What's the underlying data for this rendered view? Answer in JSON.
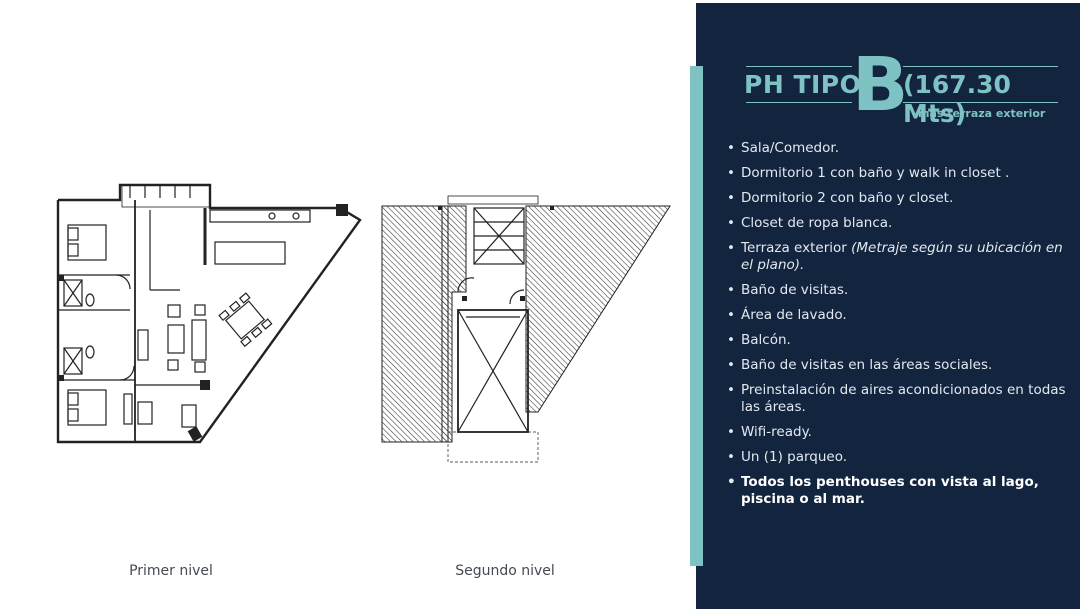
{
  "captions": {
    "first": "Primer nivel",
    "second": "Segundo nivel"
  },
  "title": {
    "prefix": "PH TIPO",
    "letter": "B",
    "area": "(167.30 Mts)",
    "subtitle": "más terraza exterior"
  },
  "features": [
    {
      "text": "Sala/Comedor."
    },
    {
      "text": "Dormitorio 1 con baño y walk in closet ."
    },
    {
      "text": "Dormitorio 2 con baño y closet."
    },
    {
      "text": "Closet de ropa blanca."
    },
    {
      "text": "Terraza exterior ",
      "note": "(Metraje según su ubicación en el plano)."
    },
    {
      "text": "Baño de visitas."
    },
    {
      "text": "Área de lavado."
    },
    {
      "text": "Balcón."
    },
    {
      "text": "Baño de visitas en las áreas sociales."
    },
    {
      "text": "Preinstalación de aires acondicionados en todas las áreas."
    },
    {
      "text": "Wifi-ready."
    },
    {
      "text": "Un (1) parqueo."
    },
    {
      "text": "Todos los penthouses con vista al lago, piscina o al mar.",
      "bold": true
    }
  ],
  "colors": {
    "panel": "#13243f",
    "accent": "#7ec2c4",
    "text": "#e3e9ef",
    "caption": "#444a52"
  }
}
